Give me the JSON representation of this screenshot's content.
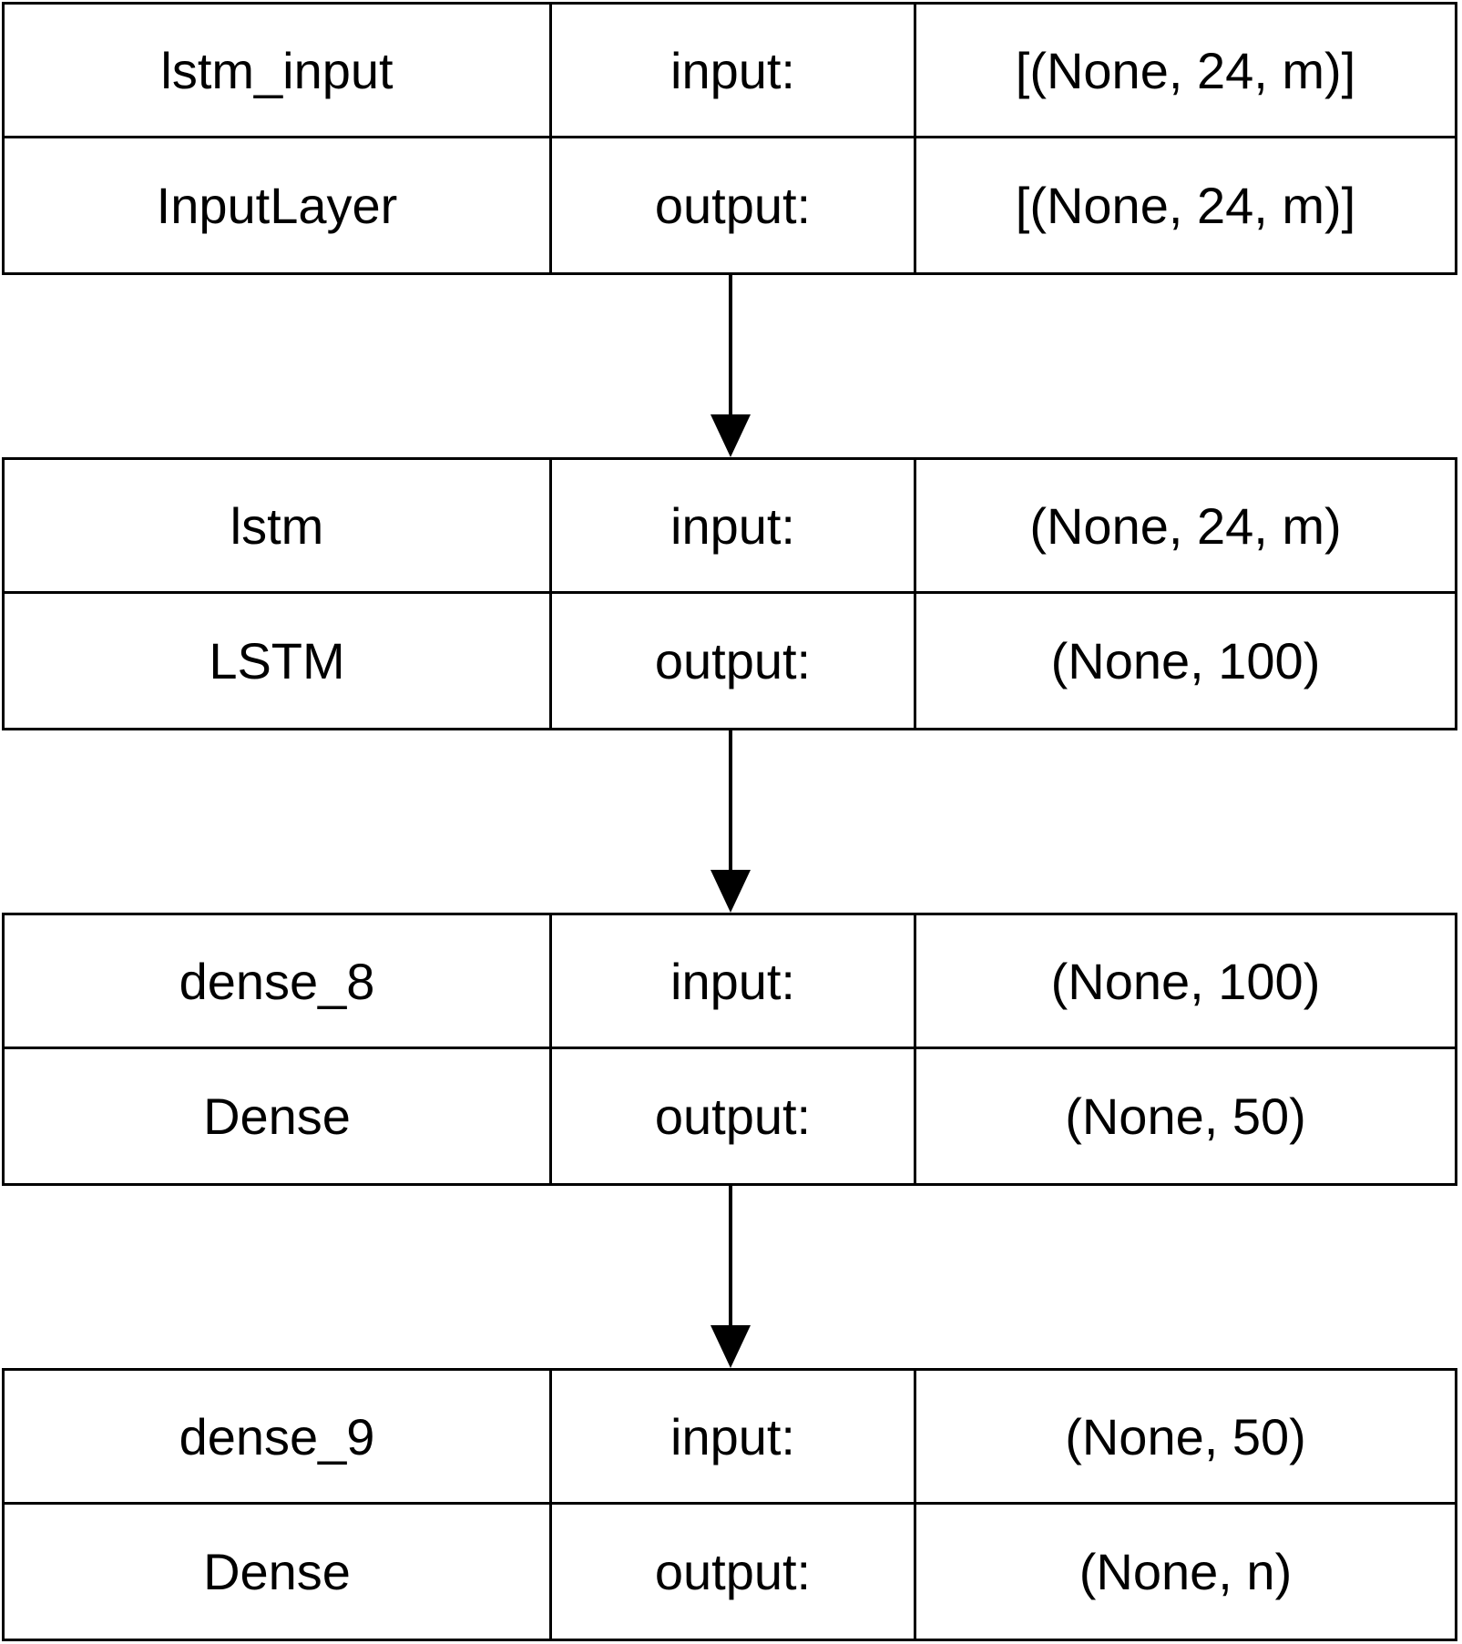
{
  "layers": [
    {
      "name": "lstm_input",
      "type": "InputLayer",
      "input_label": "input:",
      "output_label": "output:",
      "input_shape": "[(None, 24, m)]",
      "output_shape": "[(None, 24, m)]"
    },
    {
      "name": "lstm",
      "type": "LSTM",
      "input_label": "input:",
      "output_label": "output:",
      "input_shape": "(None, 24, m)",
      "output_shape": "(None, 100)"
    },
    {
      "name": "dense_8",
      "type": "Dense",
      "input_label": "input:",
      "output_label": "output:",
      "input_shape": "(None, 100)",
      "output_shape": "(None, 50)"
    },
    {
      "name": "dense_9",
      "type": "Dense",
      "input_label": "input:",
      "output_label": "output:",
      "input_shape": "(None, 50)",
      "output_shape": "(None, n)"
    }
  ]
}
